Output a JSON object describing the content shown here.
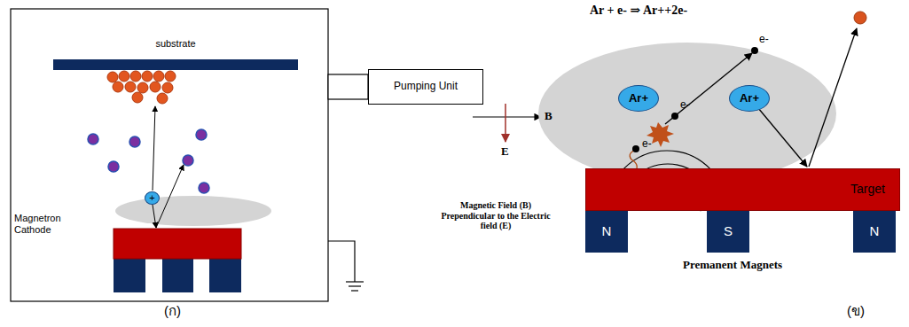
{
  "diagram": {
    "nodes": [
      {
        "text": [
          "substrate"
        ]
      },
      {
        "text": [
          "Pumping Unit"
        ]
      },
      {
        "text": [
          "+"
        ]
      },
      {
        "text": [
          "Ar+"
        ]
      },
      {
        "text": [
          "Ar+"
        ]
      },
      {
        "text": [
          "Target"
        ]
      },
      {
        "text": [
          "N"
        ]
      },
      {
        "text": [
          "S"
        ]
      },
      {
        "text": [
          "N"
        ]
      }
    ],
    "labels": [
      "Ar + e- ⇒ Ar++2e-",
      "B",
      "E",
      "e-",
      "e-",
      "e-",
      "Magnetron Cathode",
      "Magnetic Field (B) Prependicular to the Electric field (E)",
      "Premanent Magnets",
      "(ก)",
      "(ข)"
    ]
  }
}
